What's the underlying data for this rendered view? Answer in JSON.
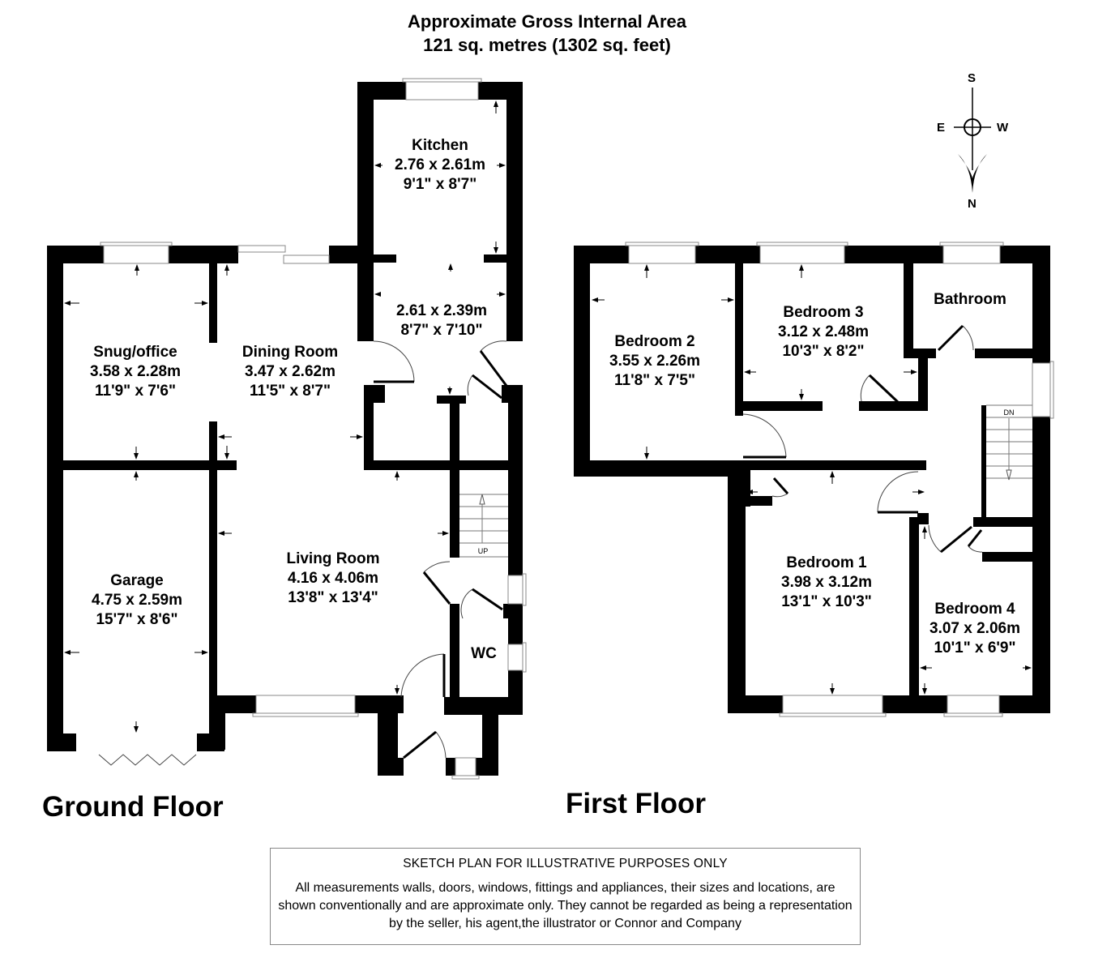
{
  "header": {
    "line1": "Approximate Gross Internal Area",
    "line2": "121 sq. metres (1302 sq. feet)"
  },
  "compass": {
    "north": "N",
    "south": "S",
    "east": "E",
    "west": "W"
  },
  "floors": {
    "ground": {
      "label": "Ground Floor",
      "stairs_label": "UP",
      "rooms": {
        "kitchen": {
          "name": "Kitchen",
          "metric": "2.76 x 2.61m",
          "imperial": "9'1\" x 8'7\""
        },
        "kitchen_rear": {
          "metric": "2.61 x 2.39m",
          "imperial": "8'7\" x 7'10\""
        },
        "snug": {
          "name": "Snug/office",
          "metric": "3.58 x 2.28m",
          "imperial": "11'9\" x 7'6\""
        },
        "dining": {
          "name": "Dining Room",
          "metric": "3.47 x 2.62m",
          "imperial": "11'5\" x 8'7\""
        },
        "garage": {
          "name": "Garage",
          "metric": "4.75 x 2.59m",
          "imperial": "15'7\" x 8'6\""
        },
        "living": {
          "name": "Living Room",
          "metric": "4.16 x 4.06m",
          "imperial": "13'8\" x 13'4\""
        },
        "wc": {
          "name": "WC"
        }
      }
    },
    "first": {
      "label": "First Floor",
      "stairs_label": "DN",
      "rooms": {
        "bedroom2": {
          "name": "Bedroom 2",
          "metric": "3.55 x 2.26m",
          "imperial": "11'8\" x 7'5\""
        },
        "bedroom3": {
          "name": "Bedroom 3",
          "metric": "3.12 x 2.48m",
          "imperial": "10'3\" x 8'2\""
        },
        "bathroom": {
          "name": "Bathroom"
        },
        "bedroom1": {
          "name": "Bedroom 1",
          "metric": "3.98 x 3.12m",
          "imperial": "13'1\" x 10'3\""
        },
        "bedroom4": {
          "name": "Bedroom 4",
          "metric": "3.07 x 2.06m",
          "imperial": "10'1\" x 6'9\""
        }
      }
    }
  },
  "disclaimer": {
    "heading": "SKETCH PLAN FOR ILLUSTRATIVE PURPOSES ONLY",
    "body": "All measurements walls, doors, windows, fittings and appliances, their sizes and locations, are shown conventionally and are approximate only. They cannot be regarded as being a representation by the seller, his agent,the illustrator or Connor and Company"
  },
  "colors": {
    "wall": "#000000",
    "background": "#ffffff",
    "window_stroke": "#888888"
  }
}
